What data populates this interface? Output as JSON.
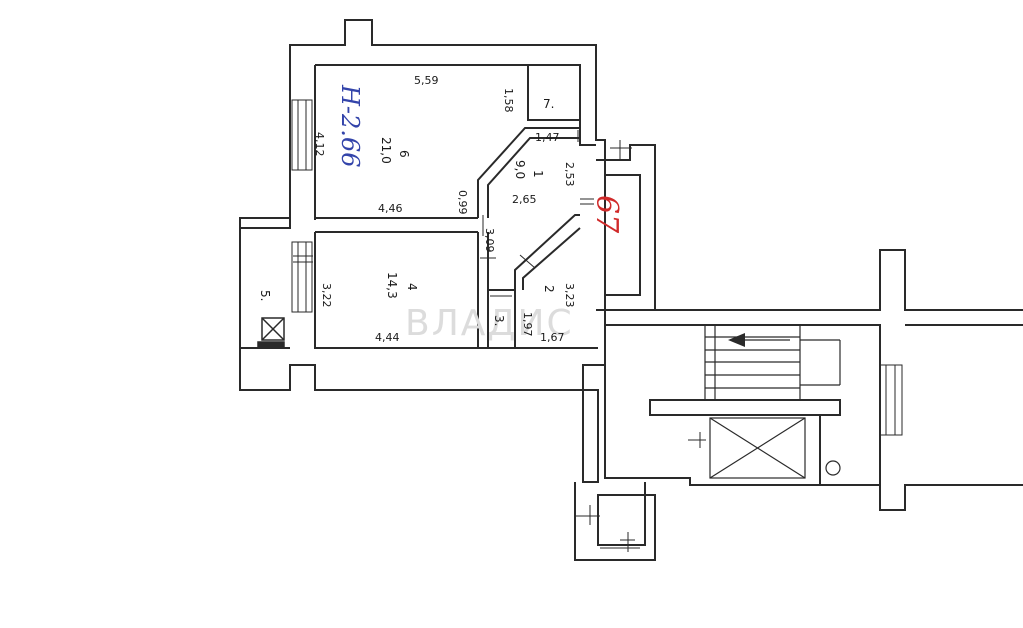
{
  "handwritten": {
    "height_note": "Н-2.66",
    "apartment_no": "67"
  },
  "dimensions": {
    "room6_top": "5,59",
    "room6_left": "4,12",
    "room6_bottom": "4,46",
    "room6_right": "1,58",
    "room7_bottom": "1,47",
    "hall_right": "2,53",
    "hall_width": "2,65",
    "hall_diag": "0,99",
    "hall_left": "3,09",
    "room4_left": "3,22",
    "room4_bottom": "4,44",
    "room2_right": "3,23",
    "room2_left": "1,97",
    "room2_bottom": "1,67"
  },
  "rooms": {
    "r6": {
      "num": "6",
      "area": "21,0"
    },
    "r1": {
      "num": "1",
      "area": "9,0"
    },
    "r4": {
      "num": "4",
      "area": "14,3"
    },
    "r2": {
      "num": "2"
    },
    "r3": {
      "num": "3."
    },
    "r5": {
      "num": "5."
    },
    "r7": {
      "num": "7."
    }
  },
  "watermark": "ВЛАДИС"
}
